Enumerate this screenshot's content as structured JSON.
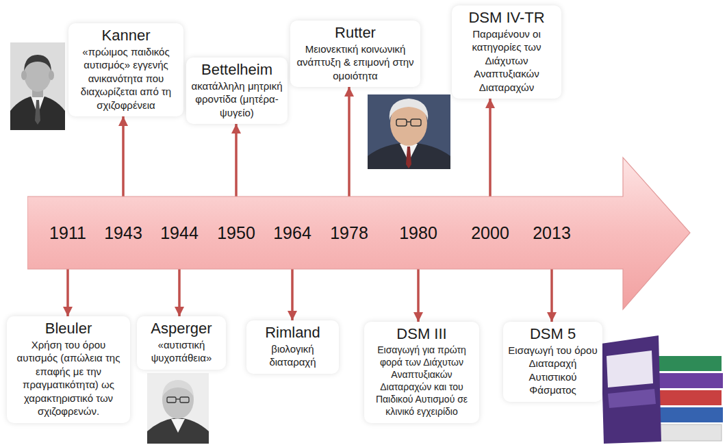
{
  "diagram": {
    "nodes": [
      {
        "text": [
          "1911",
          "1943",
          "1944",
          "1950",
          "1964",
          "1978",
          "1980",
          "2000",
          "2013"
        ]
      },
      {
        "text": [
          "Bleuler",
          "Χρήση του όρου αυτισμός (απώλεια της επαφής με την πραγματικότητα) ως χαρακτηριστικό των σχιζοφρενών."
        ]
      },
      {
        "text": [
          "Kanner",
          "«πρώιμος παιδικός αυτισμός» εγγενής ανικανότητα που διαχωρίζεται από τη σχιζοφρένεια"
        ]
      },
      {
        "text": [
          "Asperger",
          "«αυτιστική ψυχοπάθεια»"
        ]
      },
      {
        "text": [
          "Bettelheim",
          "ακατάλληλη μητρική φροντίδα (μητέρα-ψυγείο)"
        ]
      },
      {
        "text": [
          "Rimland",
          "βιολογική διαταραχή"
        ]
      },
      {
        "text": [
          "Rutter",
          "Μειονεκτική κοινωνική ανάπτυξη & επιμονή στην ομοιότητα"
        ]
      },
      {
        "text": [
          "DSM III",
          "Εισαγωγή για πρώτη φορά των Διάχυτων Αναπτυξιακών Διαταραχών και του Παιδικού Αυτισμού σε κλινικό εγχειρίδιο"
        ]
      },
      {
        "text": [
          "DSM IV-TR",
          "Παραμένουν οι κατηγορίες των Διάχυτων Αναπτυξιακών Διαταραχών"
        ]
      },
      {
        "text": [
          "DSM 5",
          "Εισαγωγή του όρου Διαταραχή Αυτιστικού Φάσματος"
        ]
      }
    ],
    "edges": [
      {
        "from": 0,
        "to": 1,
        "arrow": "to"
      },
      {
        "from": 0,
        "to": 2,
        "arrow": "to"
      },
      {
        "from": 0,
        "to": 3,
        "arrow": "to"
      },
      {
        "from": 0,
        "to": 4,
        "arrow": "to"
      },
      {
        "from": 0,
        "to": 5,
        "arrow": "to"
      },
      {
        "from": 0,
        "to": 6,
        "arrow": "to"
      },
      {
        "from": 0,
        "to": 7,
        "arrow": "to"
      },
      {
        "from": 0,
        "to": 8,
        "arrow": "to"
      },
      {
        "from": 0,
        "to": 9,
        "arrow": "to"
      }
    ]
  }
}
